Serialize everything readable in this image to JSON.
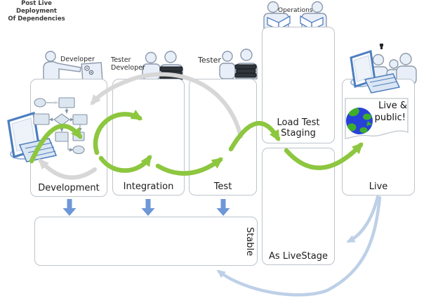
{
  "colors": {
    "green": "#8dc63f",
    "gray_arrow": "#d7d7d7",
    "blue_arrow": "#6e97d8",
    "pale_blue": "#bdd0e7",
    "box_border": "#bdc4cb"
  },
  "stages": {
    "development": "Development",
    "integration": "Integration",
    "test": "Test",
    "load_test_line1": "Load Test",
    "load_test_line2": "Staging",
    "as_livestage": "As LiveStage",
    "live": "Live",
    "stable": "Stable"
  },
  "roles": {
    "developer": "Developer",
    "tester_developer_line1": "Tester",
    "tester_developer_line2": "Developer",
    "tester": "Tester",
    "operations": "Operations"
  },
  "annotations": {
    "live_public_line1": "Live &",
    "live_public_line2": "public!",
    "post_live_line1": "Post Live Deployment",
    "post_live_line2": "Of Dependencies"
  },
  "icons": [
    "developer-at-desk-icon",
    "tester-developer-pair-icon",
    "tester-pair-icon",
    "operations-pair-icon",
    "live-users-icon",
    "computer-icon",
    "live-computer-icon",
    "flowchart-icon",
    "globe-icon",
    "books-stack-icon"
  ]
}
